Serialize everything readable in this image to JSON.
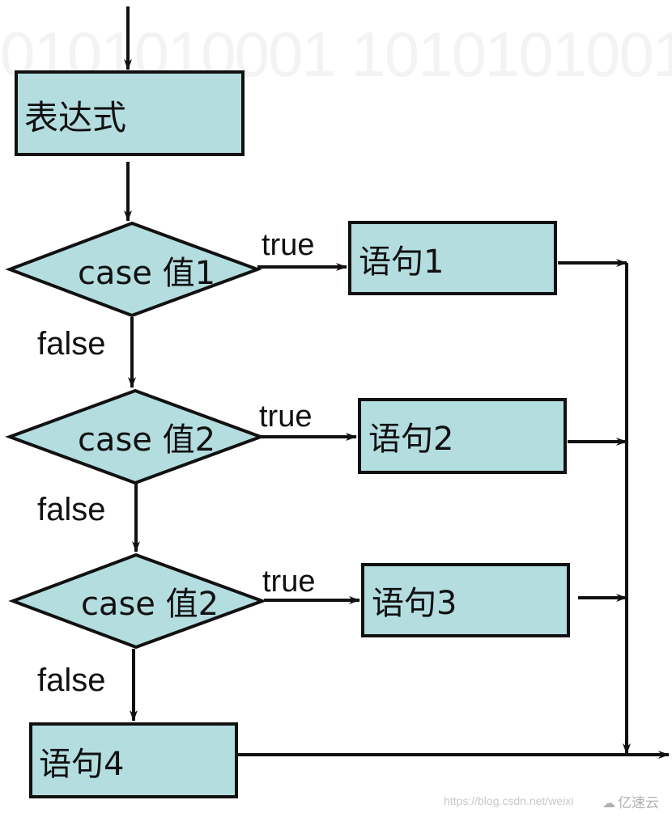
{
  "nodes": {
    "expression": "表达式",
    "case1": "case 值1",
    "case2": "case 值2",
    "case3": "case 值2",
    "stmt1": "语句1",
    "stmt2": "语句2",
    "stmt3": "语句3",
    "stmt4": "语句4"
  },
  "edge_labels": {
    "true1": "true",
    "true2": "true",
    "true3": "true",
    "false1": "false",
    "false2": "false",
    "false3": "false"
  },
  "background_text": "0101010001 1010101001",
  "watermark": {
    "url": "https://blog.csdn.net/weixi",
    "logo_text": "亿速云"
  },
  "colors": {
    "node_fill": "#b4dde0",
    "stroke": "#111111"
  }
}
